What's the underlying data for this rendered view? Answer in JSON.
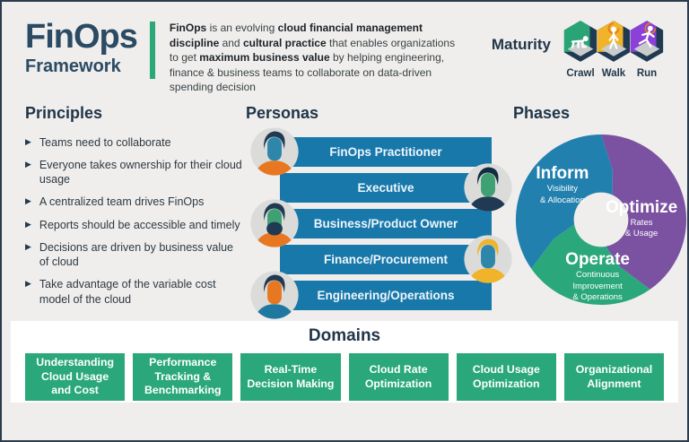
{
  "colors": {
    "navy": "#1f3a52",
    "green": "#2aa87b",
    "banner_blue": "#1878aa",
    "orange": "#e87722",
    "floor_gray": "#c9ccca",
    "avatar_bg": "#dbdcda"
  },
  "brand": {
    "name": "FinOps",
    "type": "Framework"
  },
  "intro": {
    "runs": [
      {
        "t": "FinOps",
        "b": true
      },
      {
        "t": " is an evolving ",
        "b": false
      },
      {
        "t": "cloud financial management discipline",
        "b": true
      },
      {
        "t": " and ",
        "b": false
      },
      {
        "t": "cultural practice",
        "b": true
      },
      {
        "t": " that enables organizations to get ",
        "b": false
      },
      {
        "t": "maximum business value",
        "b": true
      },
      {
        "t": " by helping engineering, finance & business teams to collaborate on data-driven spending decision",
        "b": false
      }
    ]
  },
  "maturity": {
    "title": "Maturity",
    "levels": [
      {
        "label": "Crawl",
        "color": "#2aa474",
        "pose": "crawl",
        "halo": false
      },
      {
        "label": "Walk",
        "color": "#f0b32a",
        "pose": "walk",
        "halo": true
      },
      {
        "label": "Run",
        "color": "#8b40d8",
        "pose": "run",
        "halo": true
      }
    ]
  },
  "principles": {
    "title": "Principles",
    "items": [
      "Teams need to collaborate",
      "Everyone takes ownership for their cloud usage",
      "A centralized team drives FinOps",
      "Reports should be accessible and timely",
      "Decisions are driven by business value of cloud",
      "Take advantage of the variable cost model of the cloud"
    ]
  },
  "personas": {
    "title": "Personas",
    "items": [
      {
        "label": "FinOps Practitioner",
        "avatar": {
          "side": "left",
          "face": "#2e86ab",
          "hair": "#1f3a52",
          "shirt": "#e87722",
          "beard": false
        }
      },
      {
        "label": "Executive",
        "avatar": {
          "side": "right",
          "face": "#3fa173",
          "hair": "#132c40",
          "shirt": "#1f3a52",
          "beard": false
        }
      },
      {
        "label": "Business/Product Owner",
        "avatar": {
          "side": "left",
          "face": "#3fa173",
          "hair": "#1f3a52",
          "shirt": "#e87722",
          "beard": true
        }
      },
      {
        "label": "Finance/Procurement",
        "avatar": {
          "side": "right",
          "face": "#2e86ab",
          "hair": "#f0b32a",
          "shirt": "#f0b32a",
          "beard": false
        }
      },
      {
        "label": "Engineering/Operations",
        "avatar": {
          "side": "left",
          "face": "#e87722",
          "hair": "#1f3a52",
          "shirt": "#1f78a0",
          "beard": false
        }
      }
    ]
  },
  "phases": {
    "title": "Phases",
    "segments": [
      {
        "name": "Inform",
        "sub": "Visibility\n& Allocation",
        "color": "#2180ae"
      },
      {
        "name": "Optimize",
        "sub": "Rates\n& Usage",
        "color": "#7b51a1"
      },
      {
        "name": "Operate",
        "sub": "Continuous Improvement\n& Operations",
        "color": "#2aa87b"
      }
    ]
  },
  "domains": {
    "title": "Domains",
    "items": [
      {
        "label": "Understanding\nCloud Usage\nand Cost"
      },
      {
        "label": "Performance\nTracking &\nBenchmarking"
      },
      {
        "label": "Real-Time\nDecision Making"
      },
      {
        "label": "Cloud Rate\nOptimization"
      },
      {
        "label": "Cloud Usage\nOptimization"
      },
      {
        "label": "Organizational\nAlignment"
      }
    ]
  }
}
